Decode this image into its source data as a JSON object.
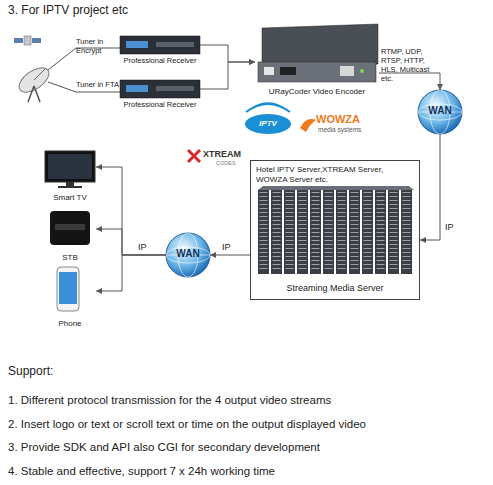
{
  "diagram": {
    "title": "3. For IPTV project etc",
    "nodes": [
      {
        "text": [
          "Professional Receiver"
        ]
      },
      {
        "text": [
          "Professional Receiver"
        ]
      },
      {
        "text": [
          "URayCoder Video Encoder"
        ]
      },
      {
        "text": [
          "WAN"
        ]
      },
      {
        "text": [
          "Hotel IPTV Server,XTREAM Server, WOWZA Server etc.",
          "Streaming Media Server"
        ]
      },
      {
        "text": [
          "WAN"
        ]
      },
      {
        "text": [
          "Smart TV"
        ]
      },
      {
        "text": [
          "STB"
        ]
      },
      {
        "text": [
          "Phone"
        ]
      }
    ],
    "edges": [
      {
        "from": 0,
        "to": 2,
        "arrow": "to"
      },
      {
        "from": 1,
        "to": 2,
        "arrow": "to"
      },
      {
        "from": 2,
        "to": 3,
        "arrow": "to",
        "label": "RTMP, UDP, RTSP, HTTP, HLS, Multicast etc."
      },
      {
        "from": 3,
        "to": 4,
        "arrow": "to",
        "label": "IP"
      },
      {
        "from": 4,
        "to": 5,
        "arrow": "to",
        "label": "IP"
      },
      {
        "from": 5,
        "to": 6,
        "arrow": "to"
      },
      {
        "from": 5,
        "to": 7,
        "arrow": "to",
        "label": "IP"
      },
      {
        "from": 5,
        "to": 8,
        "arrow": "to"
      }
    ],
    "labels": [
      "Tuner in Encrypt",
      "Tuner in FTA",
      "IPTV",
      "WOWZA",
      "media systems",
      "XTREAM",
      "CODES",
      "Support:",
      "1. Different protocol transmission for the 4 output video streams",
      "2. Insert logo or text or scroll text or time on the output displayed video",
      "3. Provide SDK and API also CGI for secondary development",
      "4. Stable and effective, support 7 x 24h working time"
    ]
  }
}
